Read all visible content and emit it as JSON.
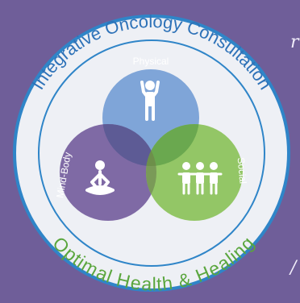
{
  "diagram": {
    "ring_top_text": "Integrative Oncology Consultation",
    "ring_bottom_text": "Optimal Health & Healing",
    "circles": [
      {
        "label": "Physical",
        "icon": "person-arms-raised-icon",
        "color": "#7fa5d8"
      },
      {
        "label": "Mind-Body",
        "icon": "meditation-icon",
        "color": "#7f6aa5"
      },
      {
        "label": "Social",
        "icon": "group-of-people-icon",
        "color": "#93c666"
      }
    ],
    "colors": {
      "background": "#6f5e99",
      "ring_fill": "#eef0f5",
      "ring_stroke": "#2f85c8",
      "top_text": "#2e72b8",
      "bottom_text": "#5aa63e"
    }
  },
  "stray_marks": [
    "r",
    "/"
  ]
}
